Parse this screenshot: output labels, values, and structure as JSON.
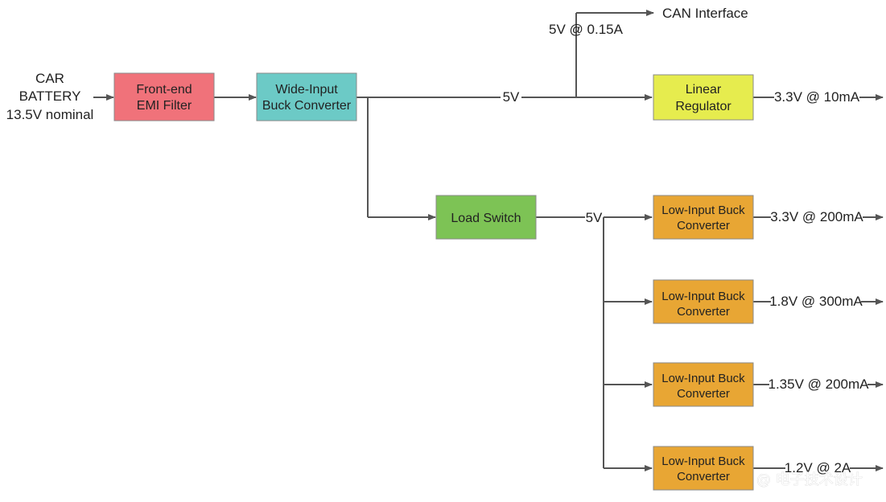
{
  "source": {
    "line1": "CAR",
    "line2": "BATTERY",
    "line3": "13.5V nominal"
  },
  "blocks": {
    "emi_filter": {
      "line1": "Front-end",
      "line2": "EMI Filter",
      "color": "#f0727a"
    },
    "wide_buck": {
      "line1": "Wide-Input",
      "line2": "Buck Converter",
      "color": "#6ccac6"
    },
    "load_switch": {
      "line1": "Load Switch",
      "color": "#7dc355"
    },
    "linear_reg": {
      "line1": "Linear",
      "line2": "Regulator",
      "color": "#e6ec4e"
    },
    "low_buck_1": {
      "line1": "Low-Input Buck",
      "line2": "Converter",
      "color": "#e8a634"
    },
    "low_buck_2": {
      "line1": "Low-Input Buck",
      "line2": "Converter",
      "color": "#e8a634"
    },
    "low_buck_3": {
      "line1": "Low-Input Buck",
      "line2": "Converter",
      "color": "#e8a634"
    },
    "low_buck_4": {
      "line1": "Low-Input Buck",
      "line2": "Converter",
      "color": "#e8a634"
    }
  },
  "labels": {
    "can_interface": "CAN Interface",
    "can_rail": "5V @ 0.15A",
    "main_rail": "5V",
    "switched_rail": "5V",
    "out_linear": "3.3V @ 10mA",
    "out_1": "3.3V @ 200mA",
    "out_2": "1.8V @ 300mA",
    "out_3": "1.35V @ 200mA",
    "out_4": "1.2V @ 2A"
  },
  "watermark": "@ 电子技术设计"
}
